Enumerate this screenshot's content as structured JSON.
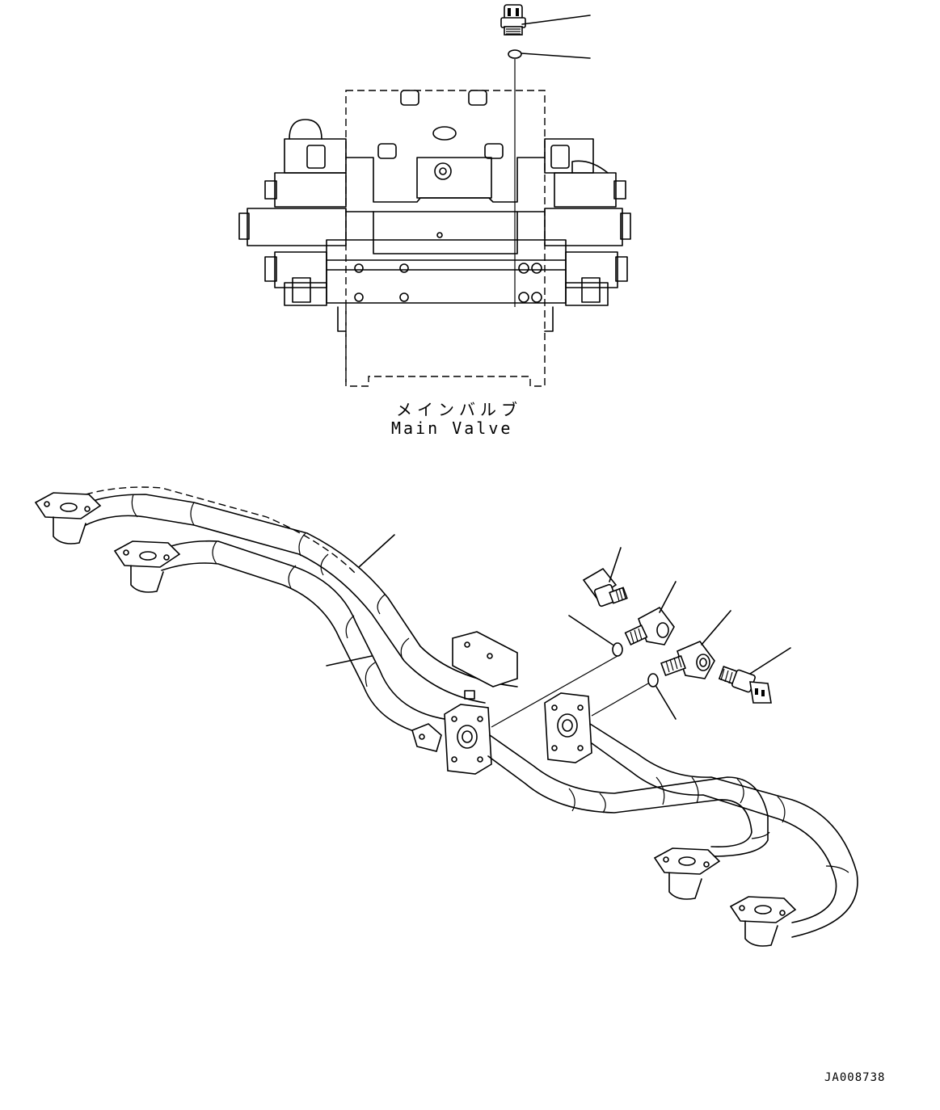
{
  "labels": {
    "main_valve_jp": "メインバルブ",
    "main_valve_en": "Main Valve",
    "drawing_code": "JA008738"
  }
}
